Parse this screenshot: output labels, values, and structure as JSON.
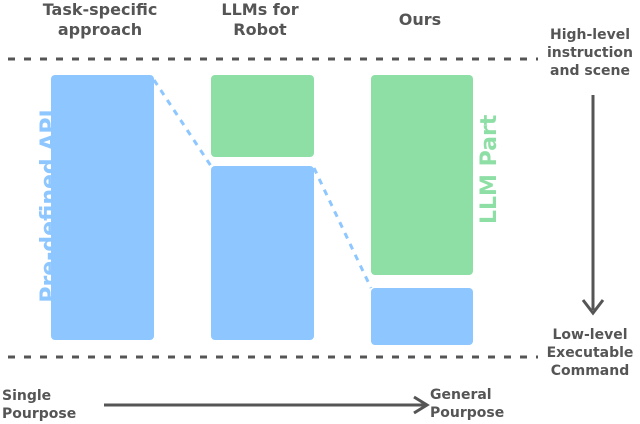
{
  "columns": {
    "task_specific": {
      "title": "Task-specific\napproach",
      "block_label": "Pre-defined API"
    },
    "llms_for_robot": {
      "title": "LLMs for\nRobot"
    },
    "ours": {
      "title": "Ours",
      "llm_label": "LLM Part"
    }
  },
  "right_axis": {
    "top_label": "High-level\ninstruction\nand scene",
    "bottom_label": "Low-level\nExecutable\nCommand"
  },
  "bottom_axis": {
    "left_label": "Single\nPourpose",
    "right_label": "General\nPourpose"
  },
  "colors": {
    "blue": "#8ec7ff",
    "green": "#8edfa6",
    "dashed_connector": "#8ec7ff",
    "text": "#555555",
    "api_label": "#8ec7ff",
    "llm_label": "#8edfa6",
    "arrow": "#555555"
  }
}
